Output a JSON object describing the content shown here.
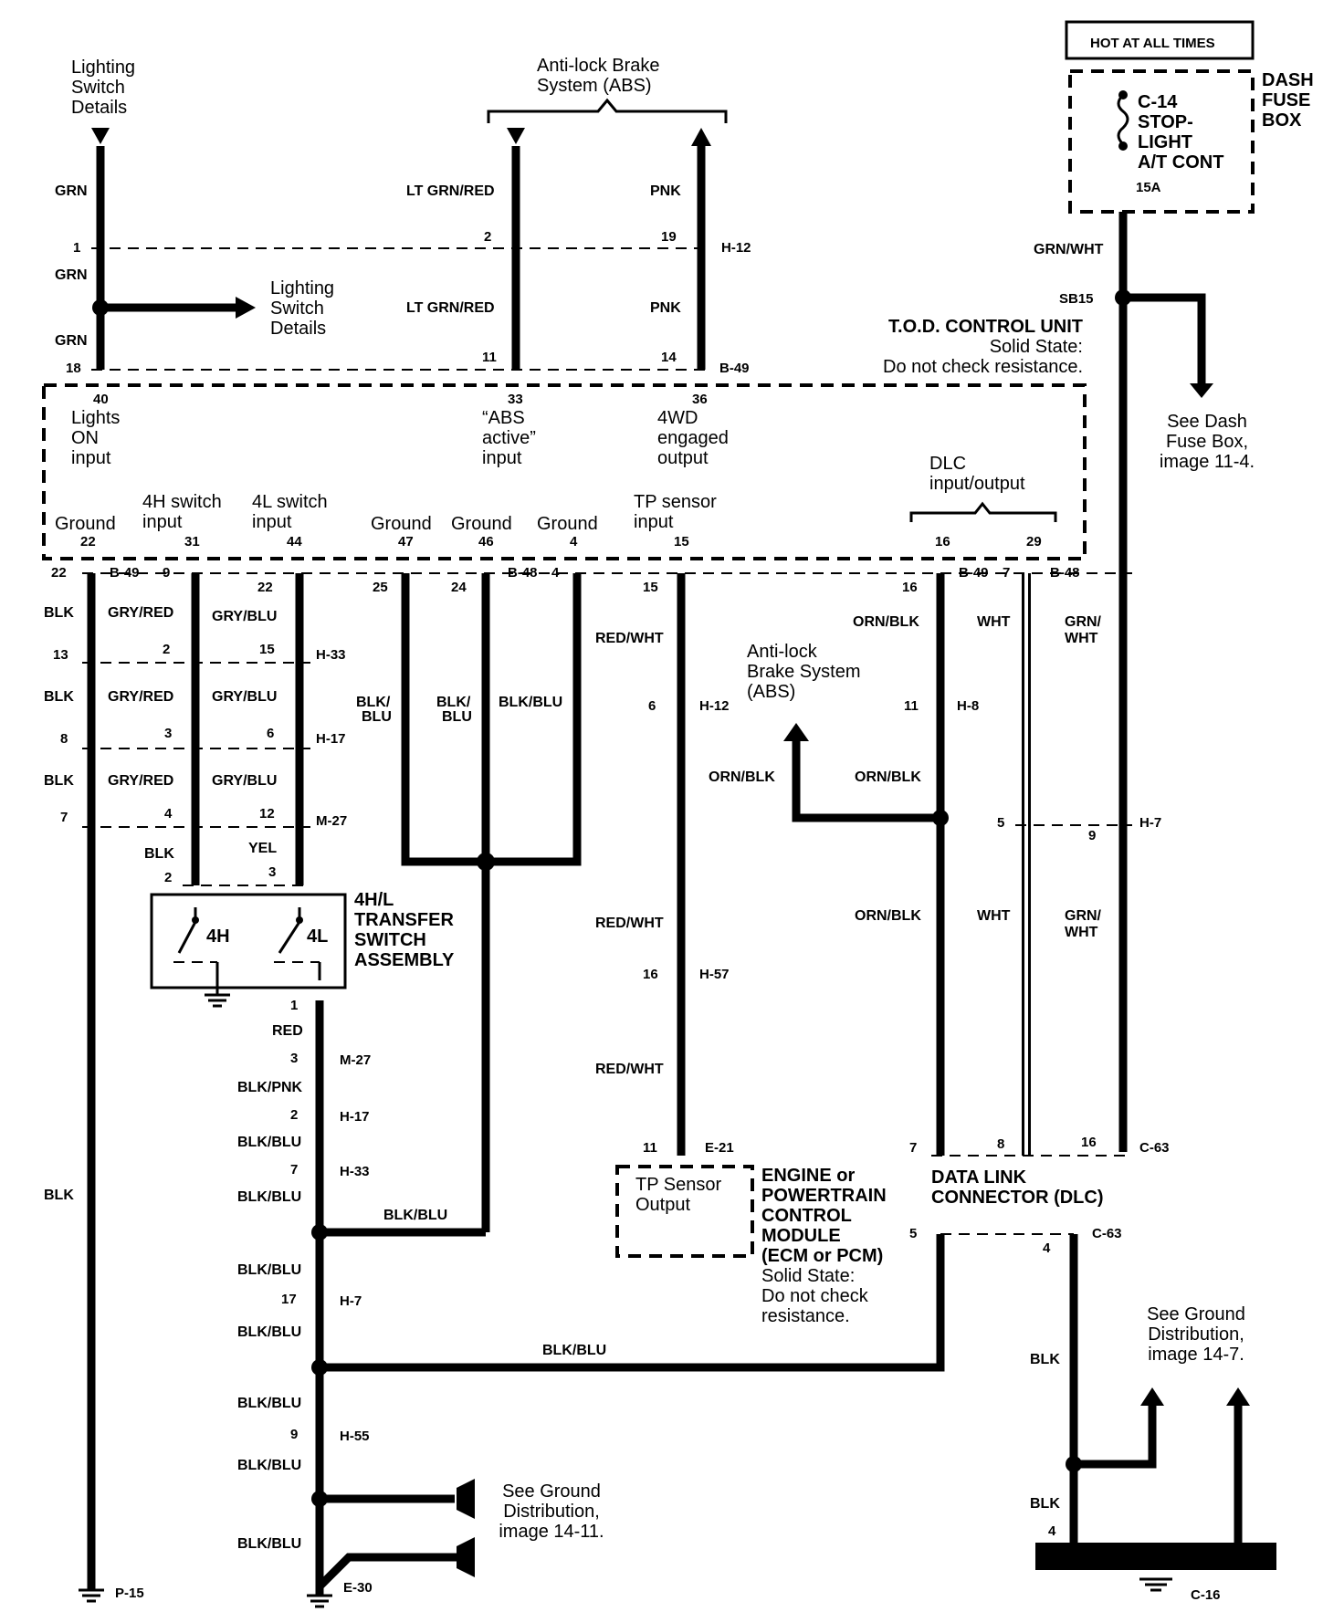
{
  "top": {
    "lighting_switch_details_top": [
      "Lighting",
      "Switch",
      "Details"
    ],
    "abs_top": [
      "Anti-lock Brake",
      "System (ABS)"
    ],
    "hot_at_all_times": "HOT AT ALL TIMES",
    "dash_fuse_box": [
      "DASH",
      "FUSE",
      "BOX"
    ],
    "fuse_name": [
      "C-14",
      "STOP-",
      "LIGHT",
      "A/T CONT"
    ],
    "fuse_rating": "15A",
    "lighting_switch_details_mid": [
      "Lighting",
      "Switch",
      "Details"
    ]
  },
  "tod_unit": {
    "title": "T.O.D. CONTROL UNIT",
    "note1": "Solid State:",
    "note2": "Do not check resistance.",
    "lights_on": [
      "Lights",
      "ON",
      "input"
    ],
    "abs_active": [
      "“ABS",
      "active”",
      "input"
    ],
    "wd_output": [
      "4WD",
      "engaged",
      "output"
    ],
    "dlc_io": [
      "DLC",
      "input/output"
    ],
    "ground": "Ground",
    "sw4h": [
      "4H switch",
      "input"
    ],
    "sw4l": [
      "4L switch",
      "input"
    ],
    "tp_sensor": [
      "TP sensor",
      "input"
    ]
  },
  "see_dash_fuse": [
    "See Dash",
    "Fuse Box,",
    "image 11-4."
  ],
  "abs_mid": [
    "Anti-lock",
    "Brake System",
    "(ABS)"
  ],
  "transfer_switch": {
    "title": [
      "4H/L",
      "TRANSFER",
      "SWITCH",
      "ASSEMBLY"
    ],
    "label_4h": "4H",
    "label_4l": "4L"
  },
  "ecm": {
    "box_label": [
      "TP Sensor",
      "Output"
    ],
    "title": [
      "ENGINE or",
      "POWERTRAIN",
      "CONTROL",
      "MODULE",
      "(ECM or PCM)"
    ],
    "note": [
      "Solid State:",
      "Do not check",
      "resistance."
    ]
  },
  "dlc": {
    "title": [
      "DATA LINK",
      "CONNECTOR (DLC)"
    ]
  },
  "see_ground_1411": [
    "See Ground",
    "Distribution,",
    "image 14-11."
  ],
  "see_ground_147": [
    "See Ground",
    "Distribution,",
    "image 14-7."
  ],
  "wire_colors": {
    "grn": "GRN",
    "lt_grn_red": "LT GRN/RED",
    "pnk": "PNK",
    "grn_wht": "GRN/WHT",
    "blk": "BLK",
    "gry_red": "GRY/RED",
    "gry_blu": "GRY/BLU",
    "blk_blu_split": [
      "BLK/",
      "BLU"
    ],
    "blk_blu": "BLK/BLU",
    "red_wht": "RED/WHT",
    "orn_blk": "ORN/BLK",
    "wht": "WHT",
    "grn_wht_split": [
      "GRN/",
      "WHT"
    ],
    "yel": "YEL",
    "red": "RED",
    "blk_pnk": "BLK/PNK"
  },
  "connectors": {
    "h12": "H-12",
    "b49": "B-49",
    "b48": "B-48",
    "sb15": "SB15",
    "h33": "H-33",
    "h17": "H-17",
    "m27": "M-27",
    "h8": "H-8",
    "h7": "H-7",
    "h57": "H-57",
    "e21": "E-21",
    "c63": "C-63",
    "h55": "H-55",
    "p15": "P-15",
    "e30": "E-30",
    "c16": "C-16"
  },
  "pins": {
    "p1": "1",
    "p2": "2",
    "p3": "3",
    "p4": "4",
    "p5": "5",
    "p6": "6",
    "p7": "7",
    "p8": "8",
    "p9": "9",
    "p11": "11",
    "p12": "12",
    "p13": "13",
    "p14": "14",
    "p15": "15",
    "p16": "16",
    "p17": "17",
    "p18": "18",
    "p19": "19",
    "p22": "22",
    "p24": "24",
    "p25": "25",
    "p29": "29",
    "p31": "31",
    "p33": "33",
    "p36": "36",
    "p40": "40",
    "p44": "44",
    "p46": "46",
    "p47": "47"
  }
}
